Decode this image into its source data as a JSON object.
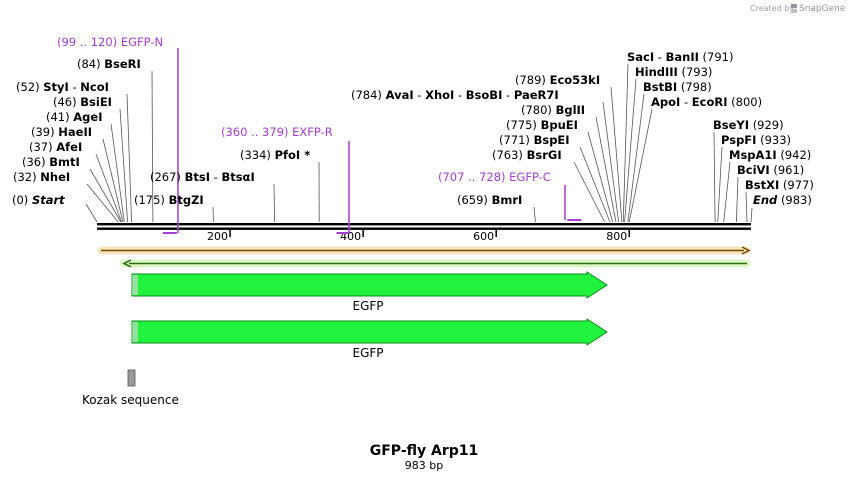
{
  "header": {
    "created_by": "Created by",
    "brand": "SnapGene"
  },
  "map": {
    "title": "GFP-fly Arp11",
    "length_label": "983 bp",
    "length": 983,
    "ticks": [
      "200",
      "400",
      "600",
      "800"
    ],
    "tick_values": [
      200,
      400,
      600,
      800
    ],
    "start_label": {
      "pos": "(0)",
      "name": "Start"
    },
    "end_label": {
      "pos": "(983)",
      "name": "End"
    }
  },
  "sites": [
    {
      "pos": "(32)",
      "names": [
        "NheI"
      ],
      "bp": 32
    },
    {
      "pos": "(36)",
      "names": [
        "BmtI"
      ],
      "bp": 36
    },
    {
      "pos": "(37)",
      "names": [
        "AfeI"
      ],
      "bp": 37
    },
    {
      "pos": "(39)",
      "names": [
        "HaeII"
      ],
      "bp": 39
    },
    {
      "pos": "(41)",
      "names": [
        "AgeI"
      ],
      "bp": 41
    },
    {
      "pos": "(46)",
      "names": [
        "BsiEI"
      ],
      "bp": 46
    },
    {
      "pos": "(52)",
      "names": [
        "StyI",
        "NcoI"
      ],
      "bp": 52
    },
    {
      "pos": "(84)",
      "names": [
        "BseRI"
      ],
      "bp": 84
    },
    {
      "pos": "(175)",
      "names": [
        "BtgZI"
      ],
      "bp": 175
    },
    {
      "pos": "(267)",
      "names": [
        "BtsI",
        "BtsαI"
      ],
      "bp": 267
    },
    {
      "pos": "(334)",
      "names": [
        "PfoI *"
      ],
      "bp": 334
    },
    {
      "pos": "(659)",
      "names": [
        "BmrI"
      ],
      "bp": 659
    },
    {
      "pos": "(763)",
      "names": [
        "BsrGI"
      ],
      "bp": 763
    },
    {
      "pos": "(771)",
      "names": [
        "BspEI"
      ],
      "bp": 771
    },
    {
      "pos": "(775)",
      "names": [
        "BpuEI"
      ],
      "bp": 775
    },
    {
      "pos": "(780)",
      "names": [
        "BglII"
      ],
      "bp": 780
    },
    {
      "pos": "(784)",
      "names": [
        "AvaI",
        "XhoI",
        "BsoBI",
        "PaeR7I"
      ],
      "bp": 784
    },
    {
      "pos": "(789)",
      "names": [
        "Eco53kI"
      ],
      "bp": 789
    },
    {
      "pos": "(791)",
      "names": [
        "SacI",
        "BanII"
      ],
      "bp": 791
    },
    {
      "pos": "(793)",
      "names": [
        "HindIII"
      ],
      "bp": 793
    },
    {
      "pos": "(798)",
      "names": [
        "BstBI"
      ],
      "bp": 798
    },
    {
      "pos": "(800)",
      "names": [
        "ApoI",
        "EcoRI"
      ],
      "bp": 800
    },
    {
      "pos": "(929)",
      "names": [
        "BseYI"
      ],
      "bp": 929
    },
    {
      "pos": "(933)",
      "names": [
        "PspFI"
      ],
      "bp": 933
    },
    {
      "pos": "(942)",
      "names": [
        "MspA1I"
      ],
      "bp": 942
    },
    {
      "pos": "(961)",
      "names": [
        "BciVI"
      ],
      "bp": 961
    },
    {
      "pos": "(977)",
      "names": [
        "BstXI"
      ],
      "bp": 977
    }
  ],
  "primers": [
    {
      "range": "(99 .. 120)",
      "name": "EGFP-N",
      "start": 99,
      "end": 120,
      "direction": "forward"
    },
    {
      "range": "(360 .. 379)",
      "name": "EXFP-R",
      "start": 360,
      "end": 379,
      "direction": "reverse"
    },
    {
      "range": "(707 .. 728)",
      "name": "EGFP-C",
      "start": 707,
      "end": 728,
      "direction": "forward"
    }
  ],
  "features": [
    {
      "name": "EGFP",
      "start": 52,
      "end": 769
    },
    {
      "name": "EGFP",
      "start": 52,
      "end": 769
    },
    {
      "name": "Kozak sequence",
      "start": 46,
      "end": 55
    }
  ],
  "colors": {
    "primer": "#a43cd6",
    "feature_fill": "#21f23d",
    "feature_stroke": "#0d8a19",
    "orf_forward": "#f5a623",
    "orf_reverse": "#8ee05a",
    "kozak": "#9a9a9a",
    "brand": "#8d97a1"
  }
}
